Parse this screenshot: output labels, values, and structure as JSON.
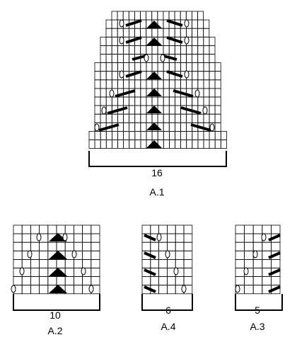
{
  "charts": [
    {
      "id": "A.1",
      "stitch_count_label": "16",
      "title": "A.1",
      "columns": 16,
      "rows": 16
    },
    {
      "id": "A.2",
      "stitch_count_label": "10",
      "title": "A.2",
      "columns": 10,
      "rows": 8
    },
    {
      "id": "A.4",
      "stitch_count_label": "6",
      "title": "A.4",
      "columns": 6,
      "rows": 8
    },
    {
      "id": "A.3",
      "stitch_count_label": "5",
      "title": "A.3",
      "columns": 5,
      "rows": 8
    }
  ],
  "symbols": {
    "decrease": "black-triangle",
    "yarn_over": "oval",
    "cable_cross": "slanted-bar"
  },
  "colors": {
    "grid_line": "#000000",
    "symbol_fill": "#000000",
    "background": "#ffffff"
  }
}
